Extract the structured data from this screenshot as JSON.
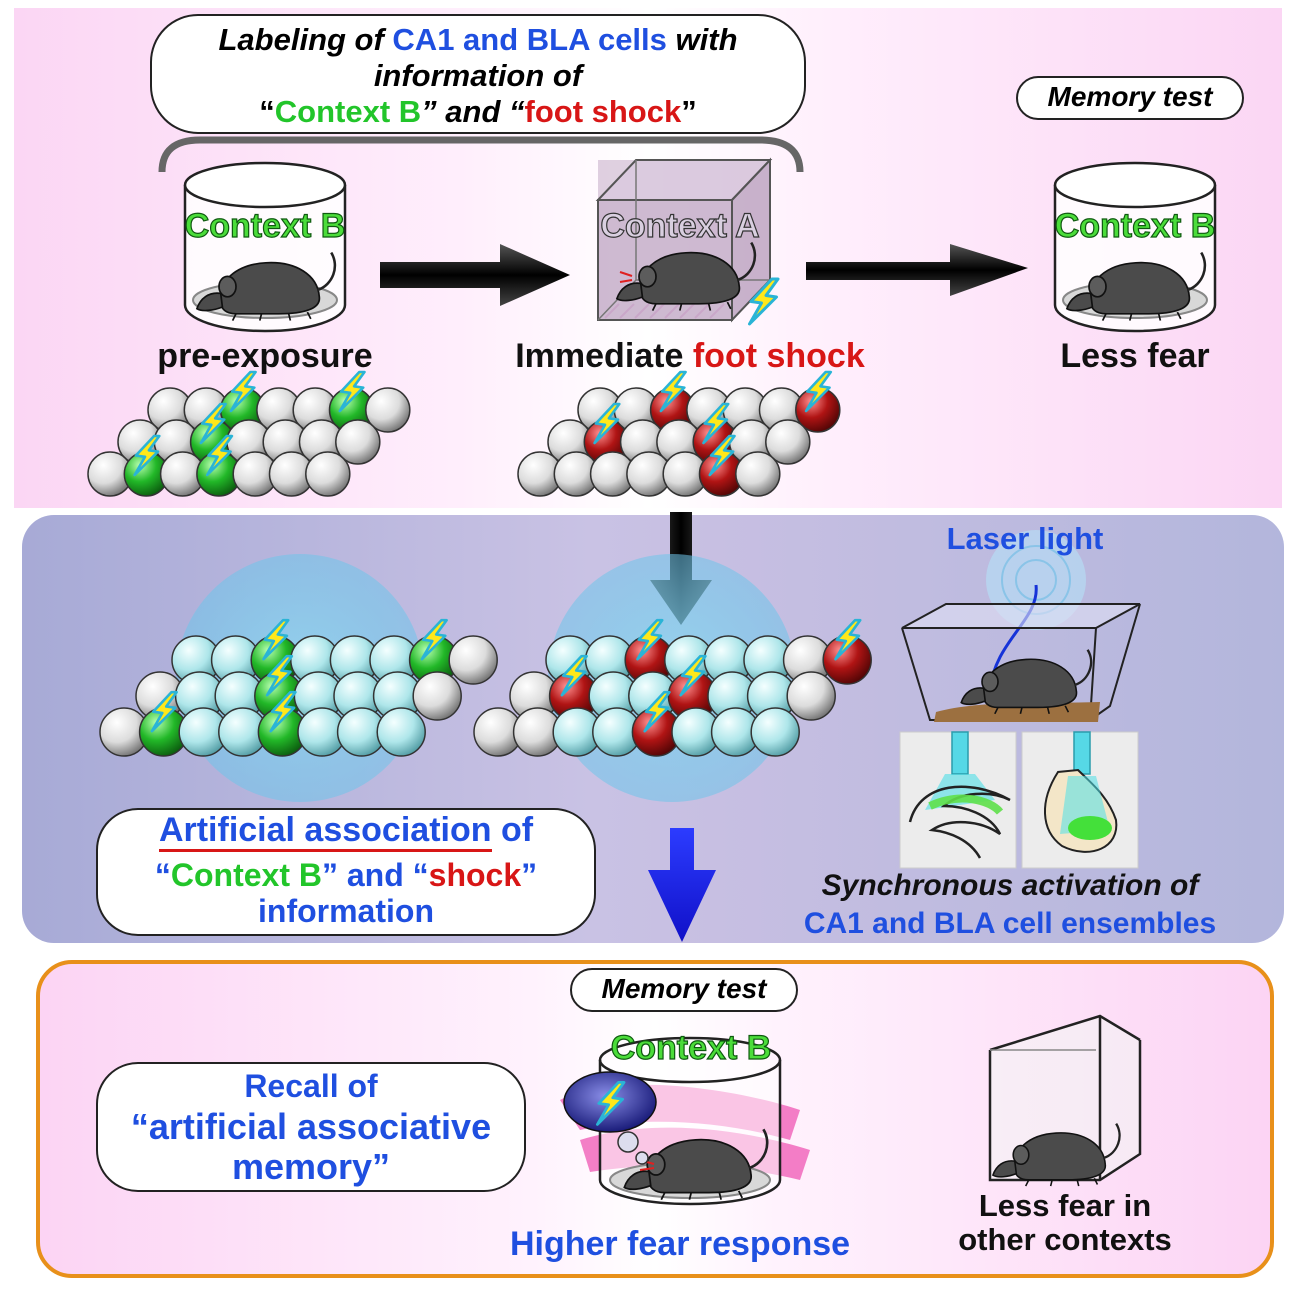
{
  "top": {
    "labeling": {
      "line1_a": "Labeling of ",
      "line1_b": "CA1 and BLA cells",
      "line1_c": " with",
      "line2": "information of",
      "q1": "“",
      "ctx": "Context B",
      "q2": "” and “",
      "shock": "foot shock",
      "q3": "”"
    },
    "memory_test": "Memory test",
    "stage1": {
      "context": "Context B",
      "caption": "pre-exposure"
    },
    "stage2": {
      "context": "Context A",
      "caption_a": "Immediate ",
      "caption_b": "foot shock"
    },
    "stage3": {
      "context": "Context B",
      "caption": "Less fear"
    }
  },
  "middle": {
    "laser": "Laser light",
    "assoc": {
      "title_a": "Artificial association",
      "title_b": " of",
      "l2_q1": "“",
      "l2_ctx": "Context B",
      "l2_mid": "” and “",
      "l2_shock": "shock",
      "l2_q2": "”",
      "l3": "information"
    },
    "sync_1": "Synchronous activation of",
    "sync_2": "CA1 and BLA cell ensembles"
  },
  "bottom": {
    "memory_test": "Memory test",
    "context": "Context B",
    "recall_1": "Recall of",
    "recall_2": "“artificial associative",
    "recall_3": "memory”",
    "higher": "Higher fear response",
    "less_1": "Less fear in",
    "less_2": "other contexts"
  },
  "colors": {
    "top_bg": "#fbd2f2",
    "middle_bg": "#b6b8dc",
    "bottom_border": "#e8901a",
    "green_cell": "#22b828",
    "red_cell": "#b01414",
    "cyan_cell": "#aee6ea",
    "bolt": "#ffe81a"
  }
}
